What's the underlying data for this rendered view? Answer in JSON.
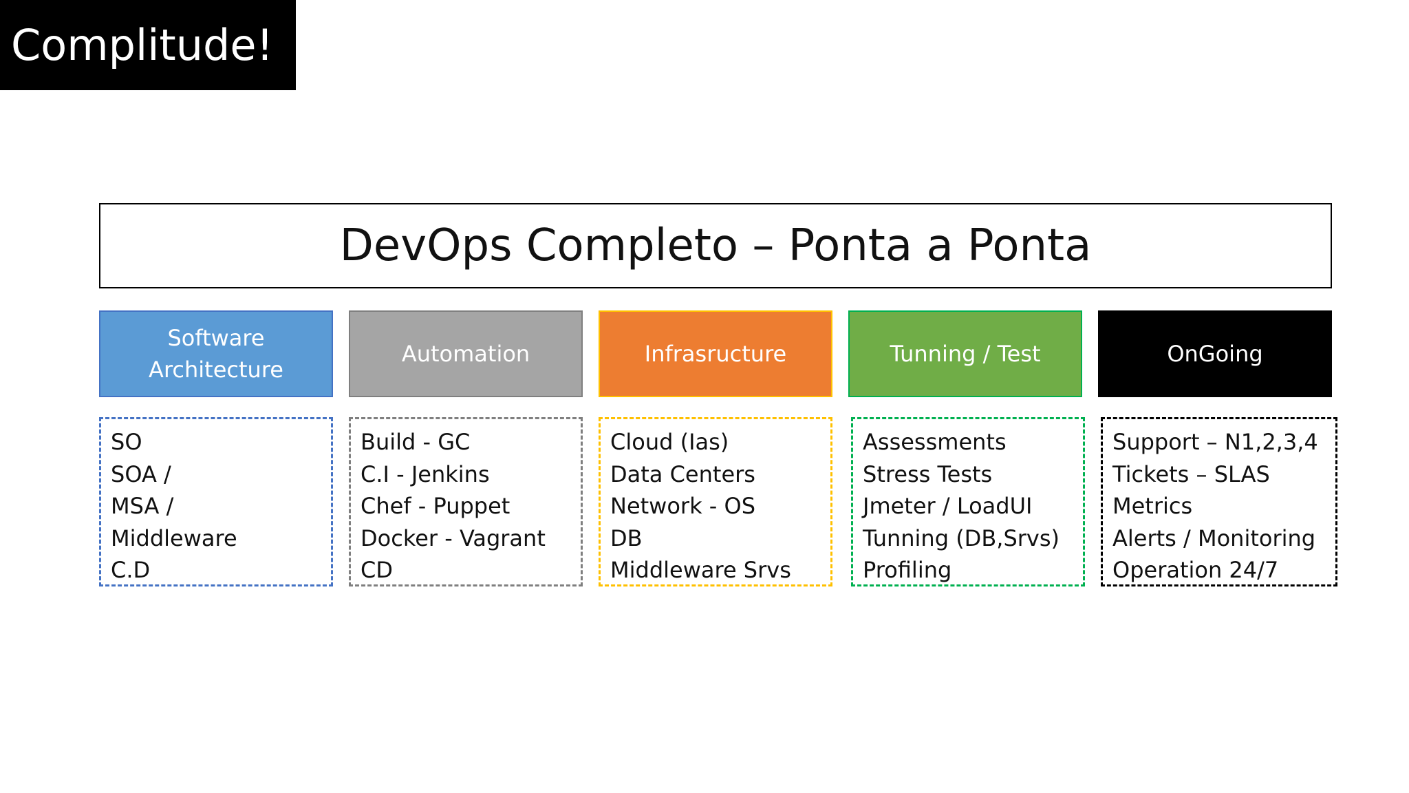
{
  "badge": {
    "text": "Complitude!"
  },
  "diagram": {
    "title": "DevOps Completo – Ponta a Ponta",
    "columns": [
      {
        "header": [
          "Software",
          "Architecture"
        ],
        "header_color": "#5B9BD5",
        "list_border_color": "#4472C4",
        "items": [
          "SO",
          "SOA /",
          "MSA /",
          "Middleware",
          "C.D"
        ]
      },
      {
        "header": [
          "Automation"
        ],
        "header_color": "#A5A5A5",
        "list_border_color": "#7F7F7F",
        "items": [
          "Build - GC",
          "C.I - Jenkins",
          "Chef - Puppet",
          "Docker - Vagrant",
          "CD"
        ]
      },
      {
        "header": [
          "Infrasructure"
        ],
        "header_color": "#ED7D31",
        "list_border_color": "#FFC000",
        "items": [
          "Cloud (Ias)",
          "Data Centers",
          "Network - OS",
          "DB",
          "Middleware Srvs"
        ]
      },
      {
        "header": [
          "Tunning / Test"
        ],
        "header_color": "#70AD47",
        "list_border_color": "#00B050",
        "items": [
          "Assessments",
          "Stress Tests",
          "Jmeter / LoadUI",
          "Tunning (DB,Srvs)",
          "Profiling"
        ]
      },
      {
        "header": [
          "OnGoing"
        ],
        "header_color": "#000000",
        "list_border_color": "#000000",
        "items": [
          "Support – N1,2,3,4",
          "Tickets – SLAS",
          "Metrics",
          "Alerts / Monitoring",
          "Operation 24/7"
        ]
      }
    ]
  }
}
